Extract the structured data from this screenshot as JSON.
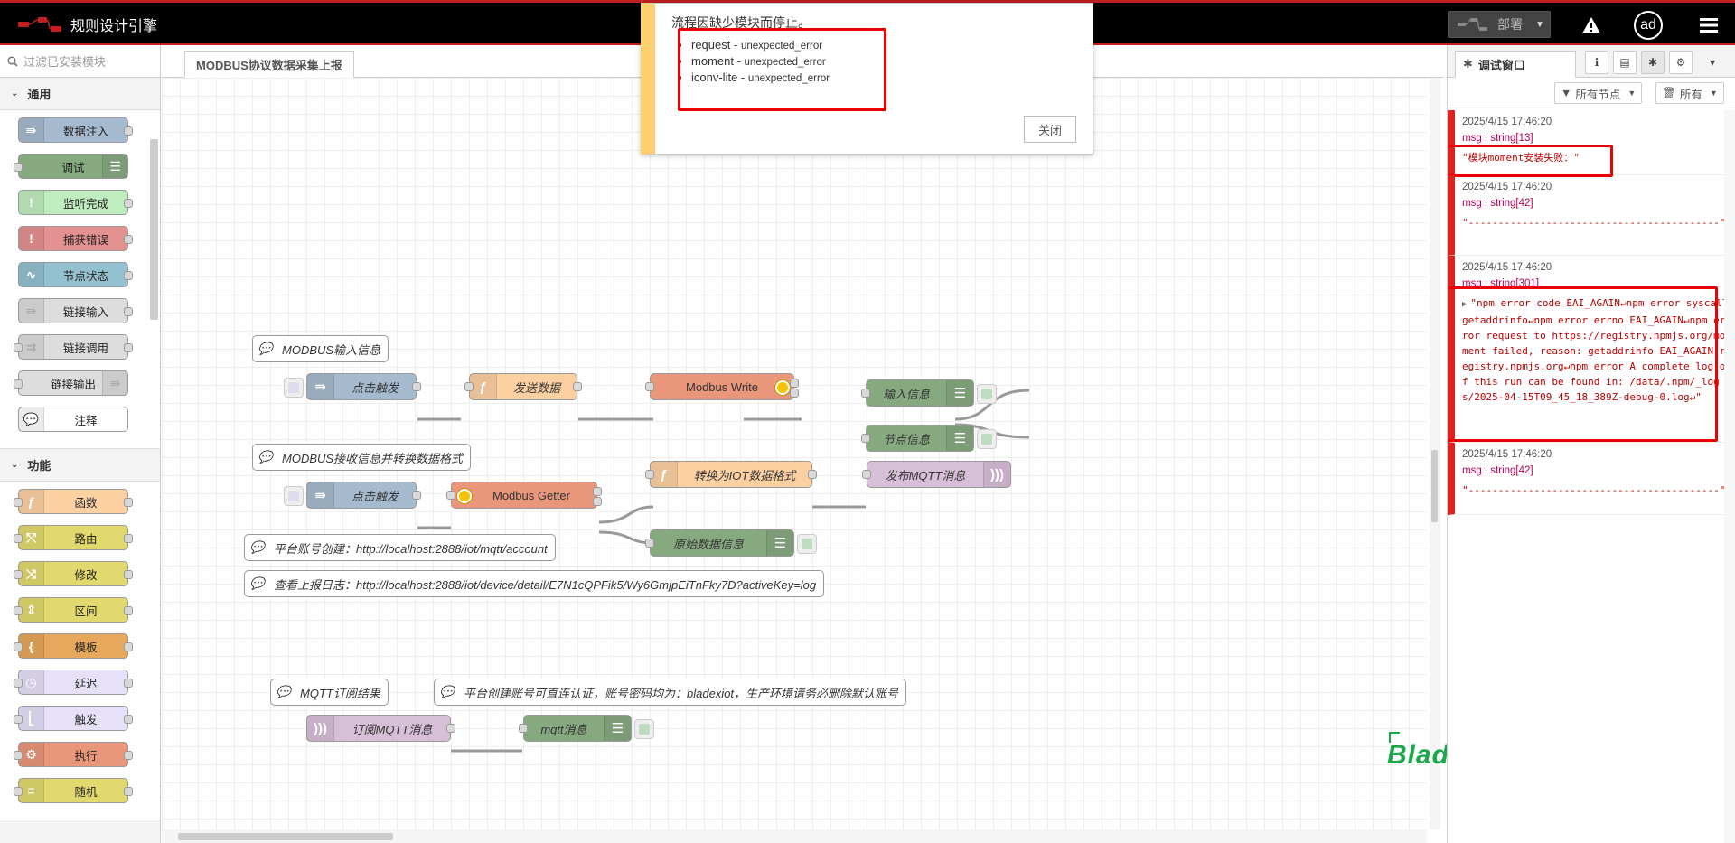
{
  "header": {
    "title": "规则设计引擎",
    "deploy_label": "部署",
    "avatar_text": "ad"
  },
  "palette": {
    "search_placeholder": "过滤已安装模块",
    "categories": [
      {
        "label": "通用",
        "nodes": [
          {
            "label": "数据注入",
            "color": "#a6bbcf",
            "icon": "inject-icon",
            "glyph": "⇛",
            "in": false,
            "out": true,
            "right": false
          },
          {
            "label": "调试",
            "color": "#87a980",
            "icon": "debug-icon",
            "glyph": "☰",
            "in": true,
            "out": false,
            "right": true
          },
          {
            "label": "监听完成",
            "color": "#c0edc0",
            "icon": "complete-icon",
            "glyph": "!",
            "in": false,
            "out": true,
            "right": false
          },
          {
            "label": "捕获错误",
            "color": "#e49191",
            "icon": "catch-icon",
            "glyph": "!",
            "in": false,
            "out": true,
            "right": false
          },
          {
            "label": "节点状态",
            "color": "#94c1d0",
            "icon": "status-icon",
            "glyph": "∿",
            "in": false,
            "out": true,
            "right": false
          },
          {
            "label": "链接输入",
            "color": "#dddddd",
            "icon": "link-in-icon",
            "glyph": "⇛",
            "in": false,
            "out": true,
            "right": false
          },
          {
            "label": "链接调用",
            "color": "#dddddd",
            "icon": "link-call-icon",
            "glyph": "⇉",
            "in": true,
            "out": true,
            "right": false
          },
          {
            "label": "链接输出",
            "color": "#dddddd",
            "icon": "link-out-icon",
            "glyph": "⇛",
            "in": true,
            "out": false,
            "right": true
          },
          {
            "label": "注释",
            "color": "#ffffff",
            "icon": "comment-icon",
            "glyph": "💬",
            "in": false,
            "out": false,
            "right": false
          }
        ]
      },
      {
        "label": "功能",
        "nodes": [
          {
            "label": "函数",
            "color": "#fdd0a2",
            "icon": "function-icon",
            "glyph": "ƒ",
            "in": true,
            "out": true,
            "right": false
          },
          {
            "label": "路由",
            "color": "#e2d96e",
            "icon": "switch-icon",
            "glyph": "⤲",
            "in": true,
            "out": true,
            "right": false
          },
          {
            "label": "修改",
            "color": "#e2d96e",
            "icon": "change-icon",
            "glyph": "⤨",
            "in": true,
            "out": true,
            "right": false
          },
          {
            "label": "区间",
            "color": "#e2d96e",
            "icon": "range-icon",
            "glyph": "⇕",
            "in": true,
            "out": true,
            "right": false
          },
          {
            "label": "模板",
            "color": "#e6a85c",
            "icon": "template-icon",
            "glyph": "{",
            "in": true,
            "out": true,
            "right": false
          },
          {
            "label": "延迟",
            "color": "#e6e0f8",
            "icon": "delay-icon",
            "glyph": "◷",
            "in": true,
            "out": true,
            "right": false
          },
          {
            "label": "触发",
            "color": "#e6e0f8",
            "icon": "trigger-icon",
            "glyph": "⎣",
            "in": true,
            "out": true,
            "right": false
          },
          {
            "label": "执行",
            "color": "#e9967a",
            "icon": "exec-icon",
            "glyph": "⚙",
            "in": true,
            "out": true,
            "right": false
          },
          {
            "label": "随机",
            "color": "#e2d96e",
            "icon": "random-icon",
            "glyph": "≡",
            "in": true,
            "out": true,
            "right": false
          }
        ]
      }
    ]
  },
  "workspace": {
    "tab_label": "MODBUS协议数据采集上报"
  },
  "flow": {
    "comments": [
      {
        "id": "c1",
        "label": "MODBUS输入信息"
      },
      {
        "id": "c2",
        "label": "MODBUS接收信息并转换数据格式"
      },
      {
        "id": "c3",
        "label": "平台账号创建：http://localhost:2888/iot/mqtt/account"
      },
      {
        "id": "c4",
        "label": "查看上报日志：http://localhost:2888/iot/device/detail/E7N1cQPFik5/Wy6GmjpEiTnFky7D?activeKey=log"
      },
      {
        "id": "c5",
        "label": "MQTT订阅结果"
      },
      {
        "id": "c6",
        "label": "平台创建账号可直连认证，账号密码均为：bladexiot，生产环境请务必删除默认账号"
      }
    ],
    "nodes": [
      {
        "id": "n1",
        "label": "点击触发",
        "color": "#a6bbcf",
        "icon": "inject-icon",
        "glyph": "⇛"
      },
      {
        "id": "n2",
        "label": "发送数据",
        "color": "#fdd0a2",
        "icon": "function-icon",
        "glyph": "ƒ"
      },
      {
        "id": "n3",
        "label": "Modbus Write",
        "color": "#e9967a",
        "icon": "modbus-icon",
        "glyph": ""
      },
      {
        "id": "n4",
        "label": "输入信息",
        "color": "#87a980",
        "icon": "debug-icon",
        "glyph": "☰"
      },
      {
        "id": "n5",
        "label": "节点信息",
        "color": "#87a980",
        "icon": "debug-icon",
        "glyph": "☰"
      },
      {
        "id": "n6",
        "label": "点击触发",
        "color": "#a6bbcf",
        "icon": "inject-icon",
        "glyph": "⇛"
      },
      {
        "id": "n7",
        "label": "Modbus Getter",
        "color": "#e9967a",
        "icon": "modbus-icon",
        "glyph": ""
      },
      {
        "id": "n8",
        "label": "转换为IOT数据格式",
        "color": "#fdd0a2",
        "icon": "function-icon",
        "glyph": "ƒ"
      },
      {
        "id": "n9",
        "label": "发布MQTT消息",
        "color": "#d8bfd8",
        "icon": "mqtt-out-icon",
        "glyph": ")))"
      },
      {
        "id": "n10",
        "label": "原始数据信息",
        "color": "#87a980",
        "icon": "debug-icon",
        "glyph": "☰"
      },
      {
        "id": "n11",
        "label": "订阅MQTT消息",
        "color": "#d8bfd8",
        "icon": "mqtt-in-icon",
        "glyph": ")))"
      },
      {
        "id": "n12",
        "label": "mqtt消息",
        "color": "#87a980",
        "icon": "debug-icon",
        "glyph": "☰"
      }
    ]
  },
  "notification": {
    "title": "流程因缺少模块而停止。",
    "items": [
      {
        "module": "request",
        "error": "unexpected_error"
      },
      {
        "module": "moment",
        "error": "unexpected_error"
      },
      {
        "module": "iconv-lite",
        "error": "unexpected_error"
      }
    ],
    "close_label": "关闭"
  },
  "sidebar": {
    "tab_label": "调试窗口",
    "filter_nodes_label": "所有节点",
    "clear_label": "所有",
    "messages": [
      {
        "time": "2025/4/15 17:46:20",
        "type": "msg : string[13]",
        "value": "\"模块moment安装失败：\"",
        "expandable": false
      },
      {
        "time": "2025/4/15 17:46:20",
        "type": "msg : string[42]",
        "value": "\"------------------------------------------\"",
        "expandable": false
      },
      {
        "time": "2025/4/15 17:46:20",
        "type": "msg : string[301]",
        "value": "\"npm error code EAI_AGAIN↵npm error syscall getaddrinfo↵npm error errno EAI_AGAIN↵npm error request to https://registry.npmjs.org/moment failed, reason: getaddrinfo EAI_AGAIN registry.npmjs.org↵npm error A complete log of this run can be found in: /data/.npm/_logs/2025-04-15T09_45_18_389Z-debug-0.log↵\"",
        "expandable": true
      },
      {
        "time": "2025/4/15 17:46:20",
        "type": "msg : string[42]",
        "value": "\"------------------------------------------\"",
        "expandable": false
      }
    ]
  },
  "watermark": "Blade技术社区",
  "colors": {
    "header_bg": "#000000",
    "header_accent": "#c02020",
    "error_red": "#dd2222",
    "notification_accent": "#fcd06e",
    "watermark_green": "#1aa84a"
  }
}
